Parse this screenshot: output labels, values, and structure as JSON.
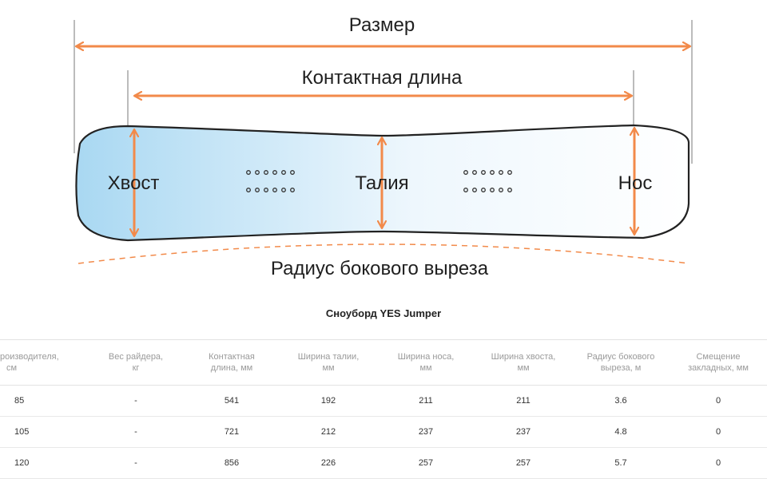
{
  "diagram": {
    "accent_color": "#f28a4a",
    "board_gradient": [
      "#a9d8f2",
      "#ffffff"
    ],
    "labels": {
      "size": "Размер",
      "contact_length": "Контактная длина",
      "tail": "Хвост",
      "waist": "Талия",
      "nose": "Нос",
      "sidecut_radius": "Радиус бокового выреза"
    }
  },
  "table": {
    "title": "Сноуборд YES Jumper",
    "headers": [
      [
        "производителя,",
        "см"
      ],
      [
        "Вес райдера,",
        "кг"
      ],
      [
        "Контактная",
        "длина, мм"
      ],
      [
        "Ширина талии,",
        "мм"
      ],
      [
        "Ширина носа,",
        "мм"
      ],
      [
        "Ширина хвоста,",
        "мм"
      ],
      [
        "Радиус бокового",
        "выреза, м"
      ],
      [
        "Смещение",
        "закладных, мм"
      ]
    ],
    "rows": [
      [
        "85",
        "-",
        "541",
        "192",
        "211",
        "211",
        "3.6",
        "0"
      ],
      [
        "105",
        "-",
        "721",
        "212",
        "237",
        "237",
        "4.8",
        "0"
      ],
      [
        "120",
        "-",
        "856",
        "226",
        "257",
        "257",
        "5.7",
        "0"
      ]
    ]
  }
}
